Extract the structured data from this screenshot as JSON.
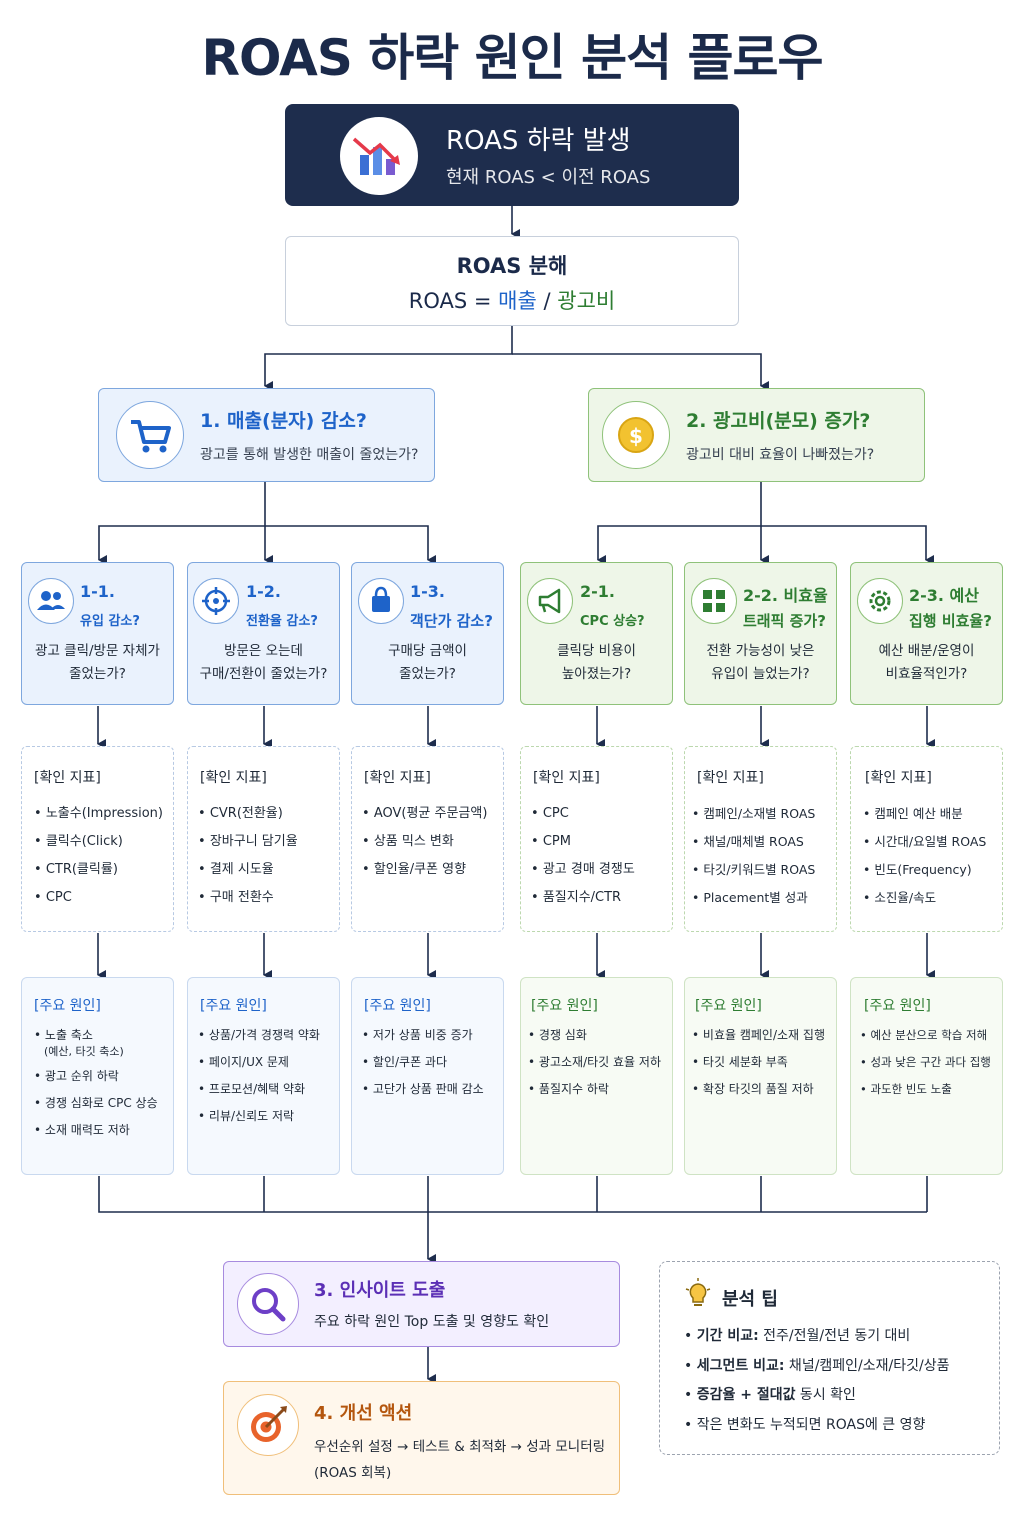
{
  "title": "ROAS 하락 원인 분석 플로우",
  "top": {
    "title": "ROAS 하락 발생",
    "subtitle": "현재 ROAS < 이전 ROAS"
  },
  "decompose": {
    "title": "ROAS 분해",
    "formula_prefix": "ROAS = ",
    "revenue": "매출",
    "slash": " / ",
    "ad_cost": "광고비"
  },
  "branch1": {
    "title": "1. 매출(분자) 감소?",
    "subtitle": "광고를 통해 발생한 매출이 줄었는가?",
    "color": "#1e63c9"
  },
  "branch2": {
    "title": "2. 광고비(분모) 증가?",
    "subtitle": "광고비 대비 효율이 나빠졌는가?",
    "color": "#2e7d32"
  },
  "cards": [
    {
      "num": "1-1.",
      "name": "유입 감소?",
      "q1": "광고 클릭/방문 자체가",
      "q2": "줄었는가?",
      "icon": "users-icon",
      "metrics_head": "[확인 지표]",
      "metrics": [
        "노출수(Impression)",
        "클릭수(Click)",
        "CTR(클릭률)",
        "CPC"
      ],
      "causes_head": "[주요 원인]",
      "causes": [
        "노출 축소",
        "광고 순위 하락",
        "경쟁 심화로 CPC 상승",
        "소재 매력도 저하"
      ],
      "cause_note": "(예산, 타깃 축소)"
    },
    {
      "num": "1-2.",
      "name": "전환율 감소?",
      "q1": "방문은 오는데",
      "q2": "구매/전환이 줄었는가?",
      "icon": "target-icon",
      "metrics_head": "[확인 지표]",
      "metrics": [
        "CVR(전환율)",
        "장바구니 담기율",
        "결제 시도율",
        "구매 전환수"
      ],
      "causes_head": "[주요 원인]",
      "causes": [
        "상품/가격 경쟁력 약화",
        "페이지/UX 문제",
        "프로모션/혜택 약화",
        "리뷰/신뢰도 저락"
      ]
    },
    {
      "num": "1-3.",
      "name": "객단가 감소?",
      "q1": "구매당 금액이",
      "q2": "줄었는가?",
      "icon": "shopping-bag-icon",
      "metrics_head": "[확인 지표]",
      "metrics": [
        "AOV(평균 주문금액)",
        "상품 믹스 변화",
        "할인율/쿠폰 영향"
      ],
      "causes_head": "[주요 원인]",
      "causes": [
        "저가 상품 비중 증가",
        "할인/쿠폰 과다",
        "고단가 상품 판매 감소"
      ]
    },
    {
      "num": "2-1.",
      "name": "CPC 상승?",
      "q1": "클릭당 비용이",
      "q2": "높아졌는가?",
      "icon": "megaphone-icon",
      "metrics_head": "[확인 지표]",
      "metrics": [
        "CPC",
        "CPM",
        "광고 경매 경쟁도",
        "품질지수/CTR"
      ],
      "causes_head": "[주요 원인]",
      "causes": [
        "경쟁 심화",
        "광고소재/타깃 효율 저하",
        "품질지수 하락"
      ]
    },
    {
      "num": "2-2. 비효율",
      "name": "트래픽 증가?",
      "q1": "전환 가능성이 낮은",
      "q2": "유입이 늘었는가?",
      "icon": "grid-icon",
      "metrics_head": "[확인 지표]",
      "metrics": [
        "캠페인/소재별 ROAS",
        "채널/매체별 ROAS",
        "타깃/키워드별 ROAS",
        "Placement별 성과"
      ],
      "causes_head": "[주요 원인]",
      "causes": [
        "비효율 캠페인/소재 집행",
        "타깃 세분화 부족",
        "확장 타깃의 품질 저하"
      ]
    },
    {
      "num": "2-3. 예산",
      "name": "집행 비효율?",
      "q1": "예산 배분/운영이",
      "q2": "비효율적인가?",
      "icon": "gear-icon",
      "metrics_head": "[확인 지표]",
      "metrics": [
        "캠페인 예산 배분",
        "시간대/요일별 ROAS",
        "빈도(Frequency)",
        "소진율/속도"
      ],
      "causes_head": "[주요 원인]",
      "causes": [
        "예산 분산으로 학습 저해",
        "성과 낮은 구간 과다 집행",
        "과도한 빈도 노출"
      ]
    }
  ],
  "insight": {
    "title": "3. 인사이트 도출",
    "subtitle": "주요 하락 원인 Top 도출 및 영향도 확인",
    "color": "#5b2fb5"
  },
  "action": {
    "title": "4. 개선 액션",
    "line1": "우선순위 설정 → 테스트 & 최적화 → 성과 모니터링",
    "line2": "(ROAS 회복)",
    "color": "#b4560e"
  },
  "tips": {
    "title": "분석 팁",
    "items": [
      {
        "label": "기간 비교:",
        "text": " 전주/전월/전년 동기 대비"
      },
      {
        "label": "세그먼트 비교:",
        "text": " 채널/캠페인/소재/타깃/상품"
      },
      {
        "label": "증감율 + 절대값",
        "text": " 동시 확인"
      },
      {
        "label": "",
        "text": "작은 변화도 누적되면 ROAS에 큰 영향"
      }
    ]
  }
}
